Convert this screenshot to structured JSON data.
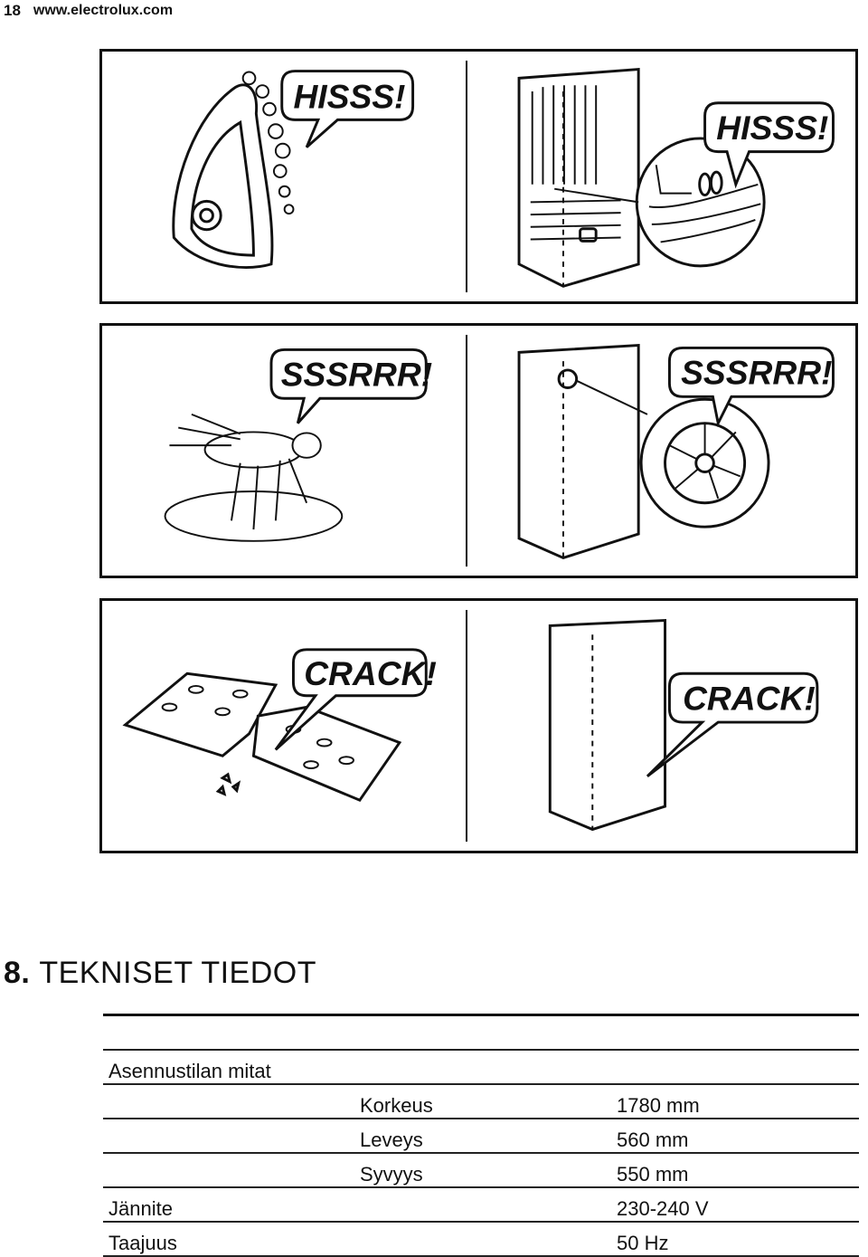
{
  "header": {
    "page_number": "18",
    "site": "www.electrolux.com"
  },
  "panels": [
    {
      "left_label": "HISSS!",
      "right_label": "HISSS!"
    },
    {
      "left_label": "SSSRRR!",
      "right_label": "SSSRRR!"
    },
    {
      "left_label": "CRACK!",
      "right_label": "CRACK!"
    }
  ],
  "section": {
    "number": "8.",
    "title": "TEKNISET TIEDOT"
  },
  "specs": [
    {
      "label": "",
      "sub": "",
      "value": ""
    },
    {
      "label": "Asennustilan mitat",
      "sub": "",
      "value": ""
    },
    {
      "label": "",
      "sub": "Korkeus",
      "value": "1780 mm"
    },
    {
      "label": "",
      "sub": "Leveys",
      "value": "560 mm"
    },
    {
      "label": "",
      "sub": "Syvyys",
      "value": "550 mm"
    },
    {
      "label": "Jännite",
      "sub": "",
      "value": "230-240 V"
    },
    {
      "label": "Taajuus",
      "sub": "",
      "value": "50 Hz"
    }
  ]
}
